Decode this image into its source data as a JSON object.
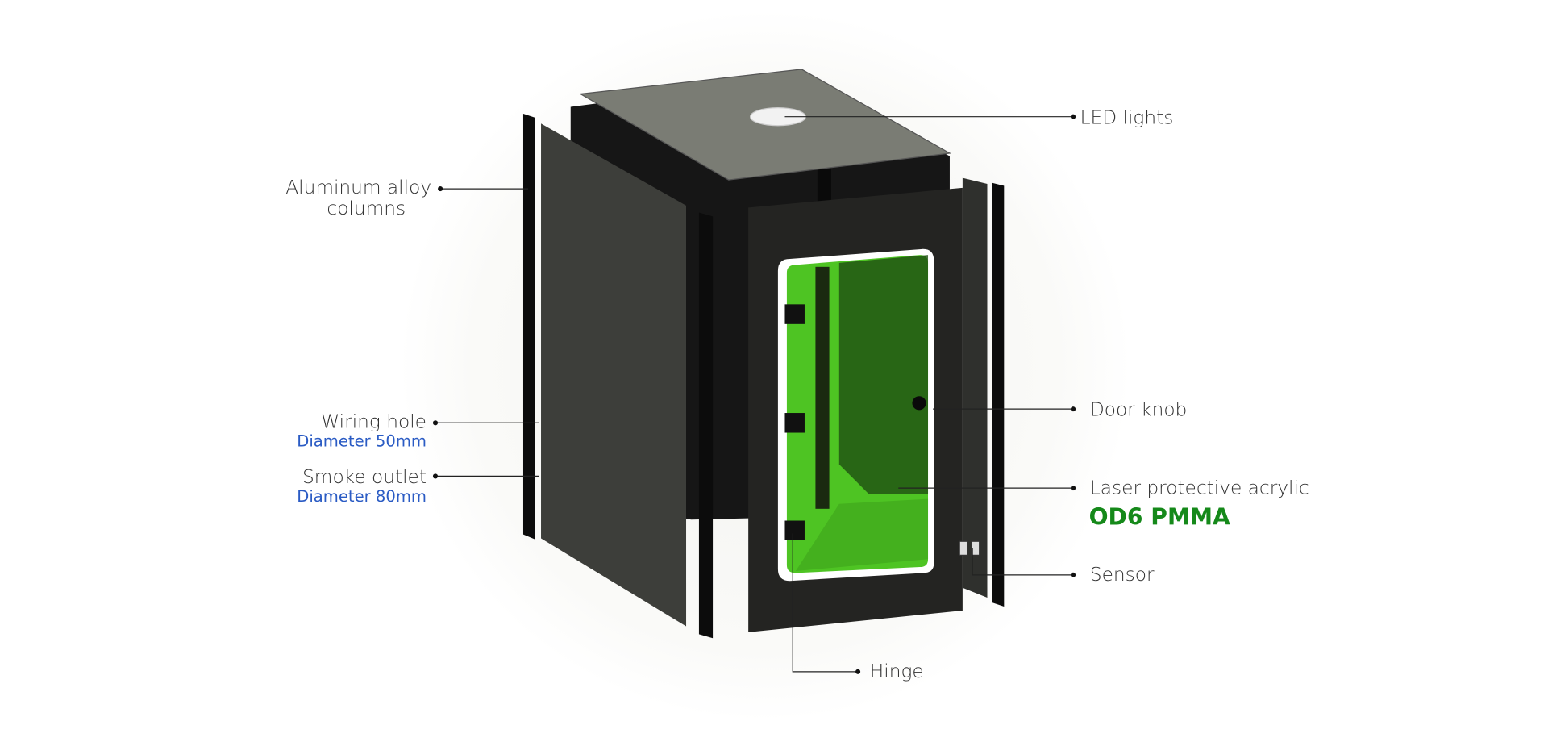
{
  "labels": {
    "led": "LED lights",
    "columns_line1": "Aluminum alloy",
    "columns_line2": "columns",
    "wiring": "Wiring hole",
    "wiring_sub": "Diameter 50mm",
    "smoke": "Smoke outlet",
    "smoke_sub": "Diameter 80mm",
    "knob": "Door knob",
    "acrylic": "Laser protective acrylic",
    "acrylic_sub": "OD6 PMMA",
    "sensor": "Sensor",
    "hinge": "Hinge"
  },
  "colors": {
    "sub_text": "#2a5bc4",
    "highlight": "#15891a",
    "acrylic_green": "#4ec423"
  }
}
